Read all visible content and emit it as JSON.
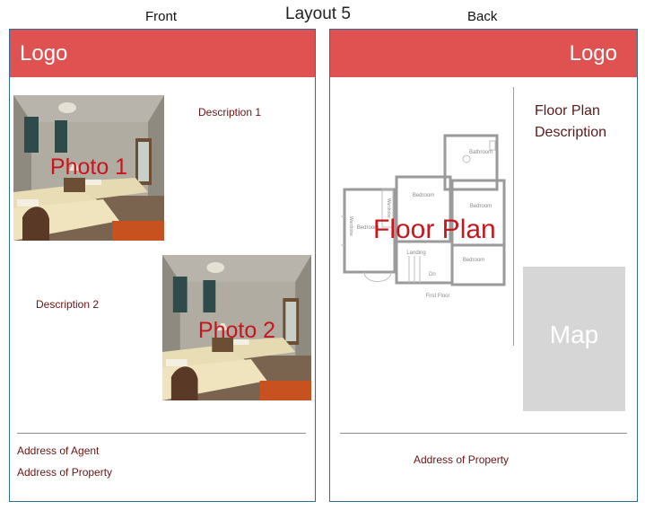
{
  "header": {
    "front_label": "Front",
    "layout_title": "Layout 5",
    "back_label": "Back"
  },
  "front": {
    "logo": "Logo",
    "photo1_label": "Photo 1",
    "description1": "Description 1",
    "description2": "Description 2",
    "photo2_label": "Photo 2",
    "address_agent": "Address of Agent",
    "address_property": "Address of Property"
  },
  "back": {
    "logo": "Logo",
    "floor_plan_label": "Floor Plan",
    "floor_plan_description_line1": "Floor Plan",
    "floor_plan_description_line2": "Description",
    "map_label": "Map",
    "address_property": "Address of Property",
    "plan_text": {
      "bathroom": "Bathroom",
      "bedroom_top": "Bedroom",
      "bedroom_right": "Bedroom",
      "bedroom_left": "Bedroom",
      "bedroom_bottom": "Bedroom",
      "wardrobe_1": "Wardrobe",
      "wardrobe_2": "Wardrobe",
      "landing": "Landing",
      "dn": "Dn",
      "first_floor": "First Floor"
    }
  },
  "colors": {
    "header_red": "#e05252",
    "border_blue": "#2e6f93",
    "label_red": "#c8161d",
    "text_brown": "#6b1414",
    "map_gray": "#d6d6d6"
  }
}
